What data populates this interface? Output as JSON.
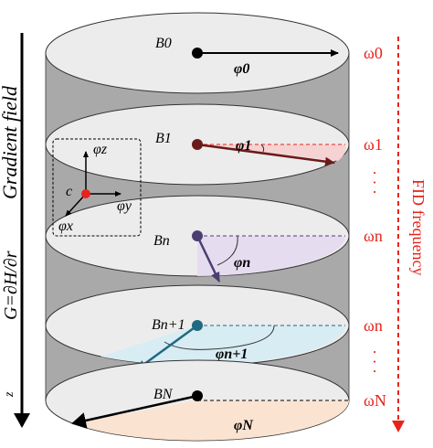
{
  "left_axis": {
    "label": "Gradient field",
    "formula": "G=∂H/∂r",
    "bottom_tick": "z"
  },
  "right_axis": {
    "label": "FID frequency",
    "omega_0": "ω0",
    "omega_1": "ω1",
    "omega_n_a": "ωn",
    "omega_n_b": "ωn",
    "omega_N": "ωN",
    "dots_upper": "·  ·  ·",
    "dots_lower": "·  ·  ·"
  },
  "disks": [
    {
      "field": "B0",
      "angle": "φ0"
    },
    {
      "field": "B1",
      "angle": "φ1"
    },
    {
      "field": "Bn",
      "angle": "φn"
    },
    {
      "field": "Bn+1",
      "angle": "φn+1"
    },
    {
      "field": "BN",
      "angle": "φN"
    }
  ],
  "inset": {
    "z": "φz",
    "y": "φy",
    "x": "φx",
    "center": "c"
  },
  "colors": {
    "cylinder_side": "#a9a9a9",
    "disk_fill": "#ececec",
    "accent_red": "#e8231b",
    "disk1_sector": "#f6d2d2",
    "disk1_arrow": "#6b1a1a",
    "diskn_sector": "#e6dcef",
    "diskn_arrow": "#4a3f73",
    "disk_n1_sector": "#d8ecf3",
    "disk_n1_arrow": "#1f6a80",
    "diskN_sector": "#fbe3d2"
  }
}
